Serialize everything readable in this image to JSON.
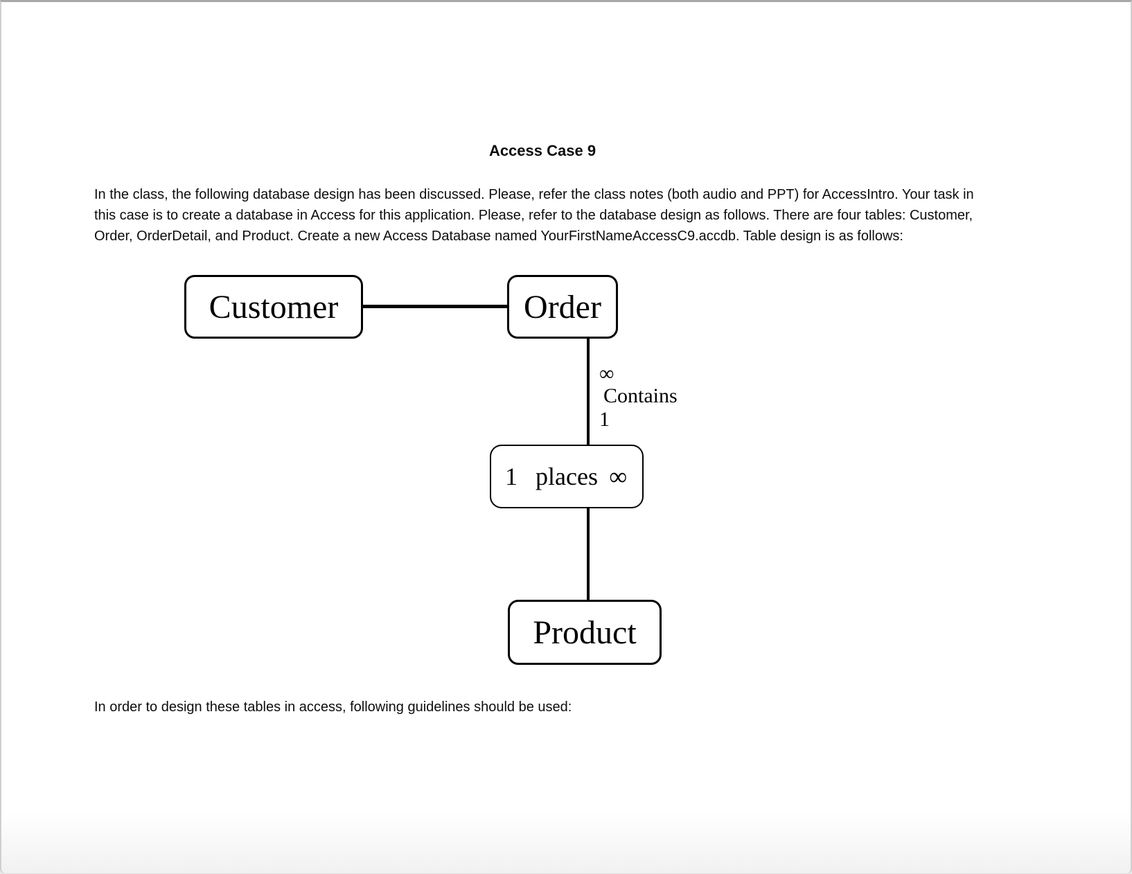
{
  "document": {
    "title": "Access Case 9",
    "intro_lines": [
      "In the class, the following database design has been discussed. Please, refer the class notes (both audio and PPT) for AccessIntro. Your task in",
      "this case is to create a database in Access for this application. Please, refer to the database design as follows. There are four tables: Customer,",
      "Order, OrderDetail, and Product. Create a new Access Database named YourFirstNameAccessC9.accdb. Table design is as follows:"
    ],
    "footer_text": "In order to design these tables in access, following guidelines should be used:"
  },
  "diagram": {
    "entities": {
      "customer": "Customer",
      "order": "Order",
      "product": "Product"
    },
    "contains_relationship": {
      "order_side_cardinality": "∞",
      "label": "Contains",
      "detail_side_cardinality": "1"
    },
    "places_relationship": {
      "left_cardinality": "1",
      "label": "places",
      "right_cardinality": "∞"
    }
  }
}
